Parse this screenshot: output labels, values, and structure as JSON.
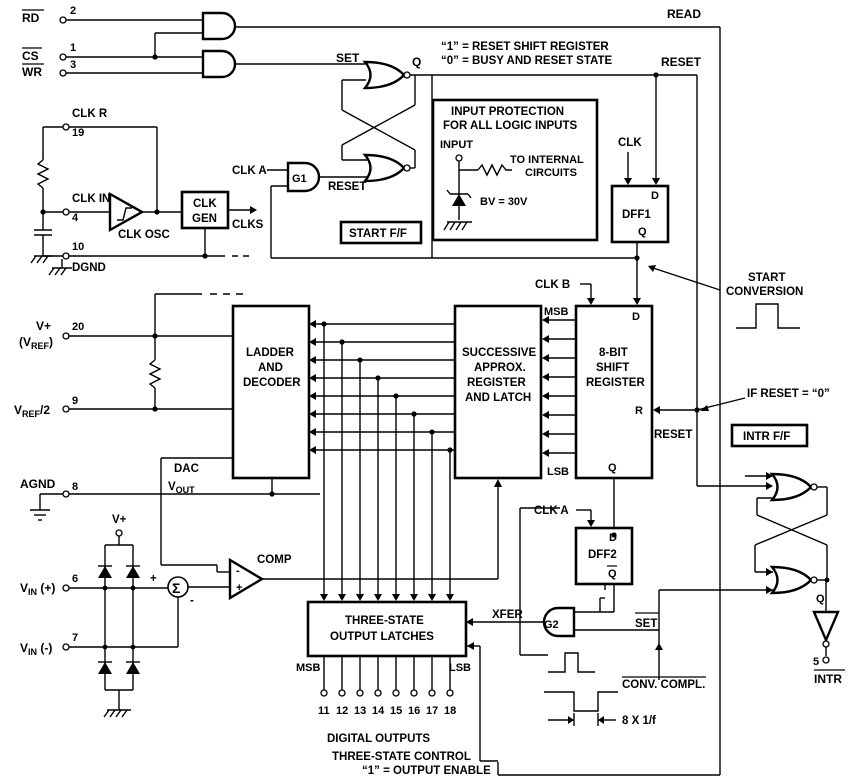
{
  "pins": {
    "rd": {
      "name": "RD",
      "num": "2"
    },
    "cs": {
      "name": "CS",
      "num": "1"
    },
    "wr": {
      "name": "WR",
      "num": "3"
    },
    "clkr": {
      "name": "CLK R",
      "num": "19"
    },
    "clkin": {
      "name": "CLK IN",
      "num": "4"
    },
    "dgnd": {
      "name": "DGND",
      "num": "10"
    },
    "vplus": {
      "name": "V+",
      "sub": "(V",
      "subref": "REF",
      "subclose": ")",
      "num": "20"
    },
    "vref2": {
      "pre": "V",
      "sub": "REF",
      "post": "/2",
      "num": "9"
    },
    "agnd": {
      "name": "AGND",
      "num": "8"
    },
    "vinp": {
      "pre": "V",
      "sub": "IN",
      "post": " (+)",
      "num": "6"
    },
    "vinm": {
      "pre": "V",
      "sub": "IN",
      "post": " (-)",
      "num": "7"
    },
    "intr": {
      "name": "INTR",
      "num": "5"
    }
  },
  "labels": {
    "read": "READ",
    "reset_info1": "“1” = RESET SHIFT REGISTER",
    "reset_info2": "“0” = BUSY AND RESET STATE",
    "set": "SET",
    "q": "Q",
    "reset": "RESET",
    "reset_top": "RESET",
    "clka": "CLK A",
    "g1": "G1",
    "clk_osc": "CLK OSC",
    "clk_gen1": "CLK",
    "clk_gen2": "GEN",
    "clks": "CLKS",
    "start_ff": "START F/F",
    "input_protection1": "INPUT PROTECTION",
    "input_protection2": "FOR ALL LOGIC INPUTS",
    "input": "INPUT",
    "to_internal1": "TO INTERNAL",
    "to_internal2": "CIRCUITS",
    "bv": "BV = 30V",
    "clk": "CLK",
    "dff1": "DFF1",
    "d": "D",
    "start_conversion1": "START",
    "start_conversion2": "CONVERSION",
    "clkb": "CLK B",
    "msb": "MSB",
    "lsb": "LSB",
    "ladder1": "LADDER",
    "ladder2": "AND",
    "ladder3": "DECODER",
    "sar1": "SUCCESSIVE",
    "sar2": "APPROX.",
    "sar3": "REGISTER",
    "sar4": "AND LATCH",
    "shift1": "8-BIT",
    "shift2": "SHIFT",
    "shift3": "REGISTER",
    "r": "R",
    "if_reset": "IF RESET = “0”",
    "reset_r": "RESET",
    "intr_ff": "INTR F/F",
    "dac1": "DAC",
    "dac2_pre": "V",
    "dac2_sub": "OUT",
    "vplus_supply": "V+",
    "comp": "COMP",
    "plus": "+",
    "minus": "-",
    "sigma": "Σ",
    "clka2": "CLK A",
    "dff2": "DFF2",
    "qbar": "Q",
    "xfer": "XFER",
    "g2": "G2",
    "set_bar": "SET",
    "latches1": "THREE-STATE",
    "latches2": "OUTPUT LATCHES",
    "msb_out": "MSB",
    "lsb_out": "LSB",
    "conv_compl": "CONV. COMPL.",
    "period": "8 X 1/f",
    "digital_outputs": "DIGITAL OUTPUTS",
    "three_state_ctrl1": "THREE-STATE CONTROL",
    "three_state_ctrl2": "“1” = OUTPUT ENABLE"
  },
  "output_pins": [
    "11",
    "12",
    "13",
    "14",
    "15",
    "16",
    "17",
    "18"
  ]
}
